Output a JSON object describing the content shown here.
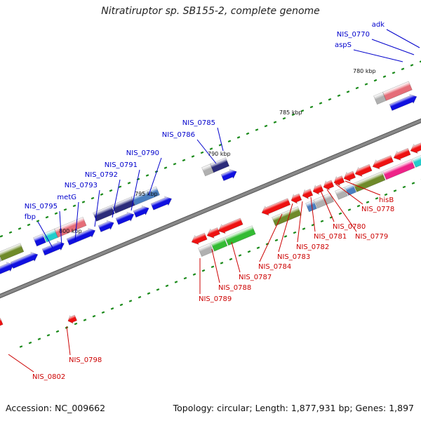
{
  "title": "Nitratiruptor sp. SB155-2, complete genome",
  "footer": {
    "accession": "Accession: NC_009662",
    "summary": "Topology: circular; Length: 1,877,931 bp; Genes: 1,897"
  },
  "ticks": [
    "780 kbp",
    "785 kbp",
    "790 kbp",
    "795 kbp",
    "800 kbp"
  ],
  "forward_labels": [
    "adk",
    "NIS_0770",
    "aspS",
    "NIS_0785",
    "NIS_0786",
    "NIS_0790",
    "NIS_0791",
    "NIS_0792",
    "NIS_0793",
    "metG",
    "NIS_0795",
    "fbp"
  ],
  "reverse_labels": [
    "hisB",
    "NIS_0778",
    "NIS_0779",
    "NIS_0780",
    "NIS_0781",
    "NIS_0782",
    "NIS_0783",
    "NIS_0784",
    "NIS_0787",
    "NIS_0788",
    "NIS_0789",
    "NIS_0798",
    "NIS_0802"
  ],
  "colors": {
    "forward_label": "#0000cc",
    "reverse_label": "#cc0000",
    "backbone": "#888888",
    "tick": "#1a8a1a",
    "gene_blue": "#1010e0",
    "gene_red": "#ee1111",
    "gene_navy": "#2b2b7a",
    "gene_olive": "#6f8a2a",
    "gene_green": "#33bb33",
    "gene_pink": "#e56d78",
    "gene_magenta": "#ee2288",
    "gene_cyan": "#22cccc",
    "gene_steel": "#4a7fc0",
    "gene_grey": "#b0b0b0"
  }
}
